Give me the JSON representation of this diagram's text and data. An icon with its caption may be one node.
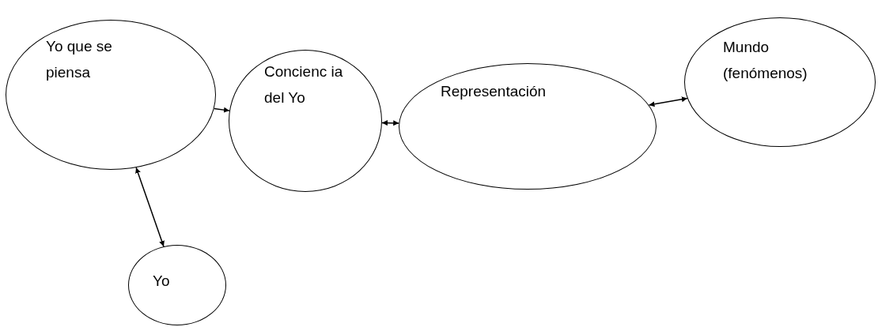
{
  "diagram": {
    "nodes": [
      {
        "text": [
          "Yo que se piensa"
        ]
      },
      {
        "text": [
          "Concienc ia del Yo"
        ]
      },
      {
        "text": [
          "Representación"
        ]
      },
      {
        "text": [
          "Mundo (fenómenos)"
        ]
      },
      {
        "text": [
          "Yo"
        ]
      }
    ],
    "edges": [
      {
        "from": 0,
        "to": 1,
        "arrow": "to"
      },
      {
        "from": 1,
        "to": 2,
        "arrow": "both"
      },
      {
        "from": 2,
        "to": 3,
        "arrow": "both"
      },
      {
        "from": 0,
        "to": 4,
        "arrow": "both"
      }
    ]
  }
}
